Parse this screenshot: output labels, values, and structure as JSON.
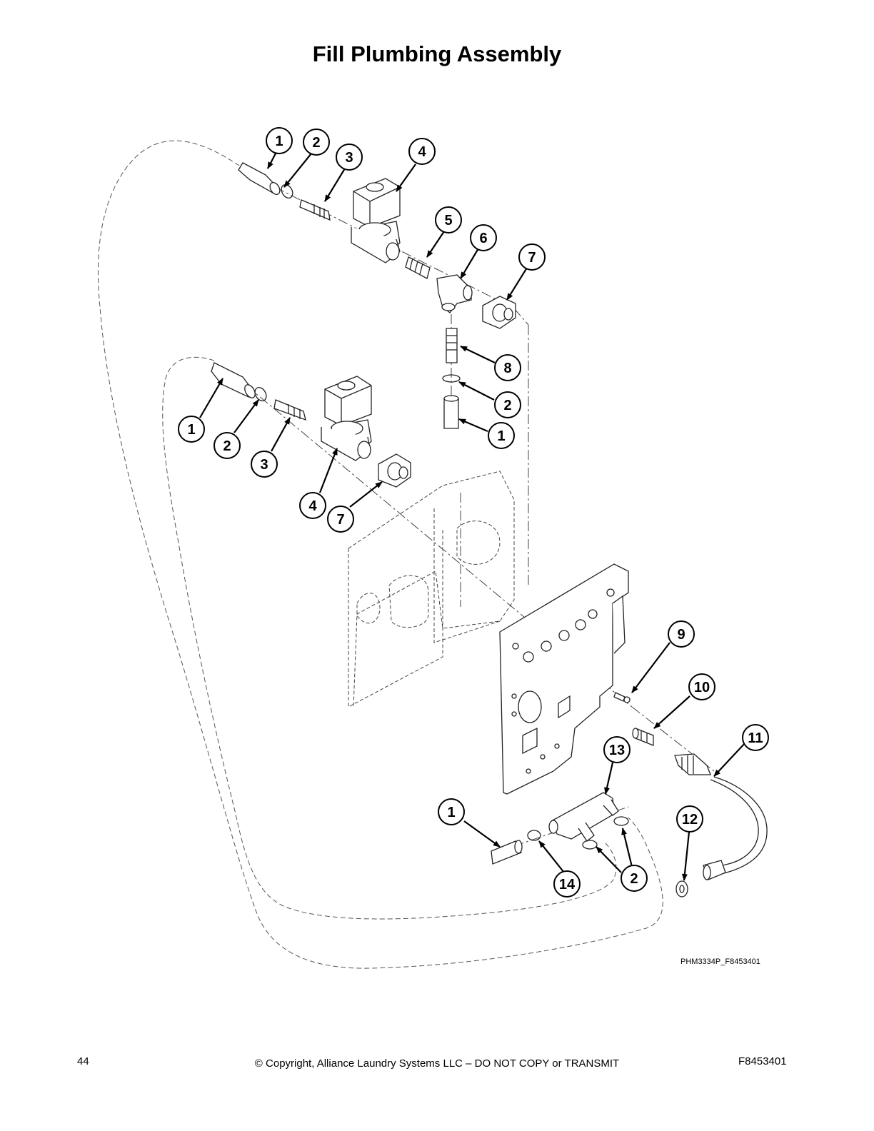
{
  "page": {
    "title": "Fill Plumbing Assembly",
    "figure_code": "PHM3334P_F8453401",
    "page_number": "44",
    "copyright": "© Copyright, Alliance Laundry Systems LLC – DO NOT COPY or TRANSMIT",
    "doc_id": "F8453401"
  },
  "callouts": {
    "c1a": "1",
    "c2a": "2",
    "c3a": "3",
    "c4a": "4",
    "c5": "5",
    "c6": "6",
    "c7a": "7",
    "c8": "8",
    "c2b": "2",
    "c1b": "1",
    "c1c": "1",
    "c2c": "2",
    "c3b": "3",
    "c4b": "4",
    "c7b": "7",
    "c9": "9",
    "c10": "10",
    "c11": "11",
    "c12": "12",
    "c13": "13",
    "c1d": "1",
    "c14": "14",
    "c2d": "2"
  }
}
